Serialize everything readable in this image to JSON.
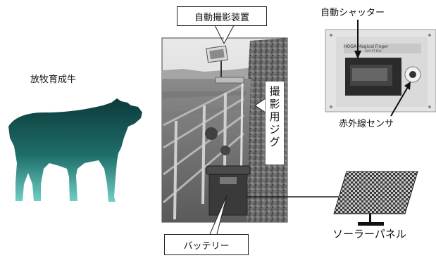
{
  "labels": {
    "cow": "放牧育成牛",
    "auto_camera": "自動撮影装置",
    "auto_shutter": "自動シャッター",
    "ir_sensor": "赤外線センサ",
    "jig": [
      "撮",
      "影",
      "用",
      "ジ",
      "グ"
    ],
    "battery": "バッテリー",
    "solar_panel": "ソーラーパネル",
    "sensor_box_text_1": "HOGA  Magical Finger",
    "sensor_box_text_2": "HAS-RT-BOX"
  },
  "colors": {
    "cow_top": "#0c3a3a",
    "cow_bottom": "#52b9b0",
    "panel": "#555555"
  }
}
